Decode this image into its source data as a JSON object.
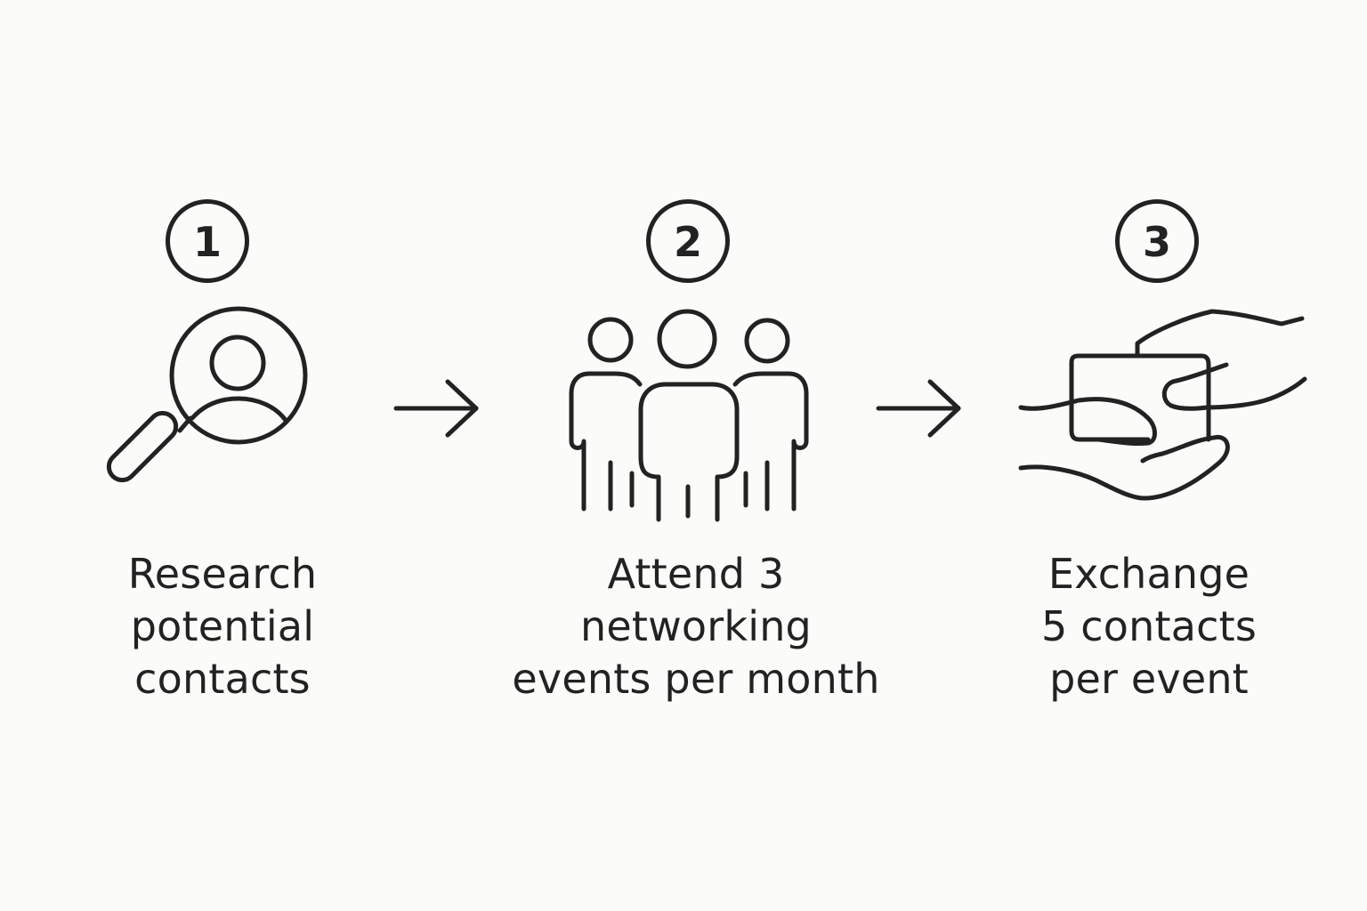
{
  "steps": [
    {
      "number": "1",
      "icon": "search-person-icon",
      "label_lines": [
        "Research",
        "potential",
        "contacts"
      ]
    },
    {
      "number": "2",
      "icon": "group-people-icon",
      "label_lines": [
        "Attend 3",
        "networking",
        "events per month"
      ]
    },
    {
      "number": "3",
      "icon": "card-exchange-icon",
      "label_lines": [
        "Exchange",
        "5 contacts",
        "per event"
      ]
    }
  ],
  "connectors": [
    "arrow-right-icon",
    "arrow-right-icon"
  ],
  "colors": {
    "background": "#fbfbf9",
    "ink": "#222222"
  }
}
